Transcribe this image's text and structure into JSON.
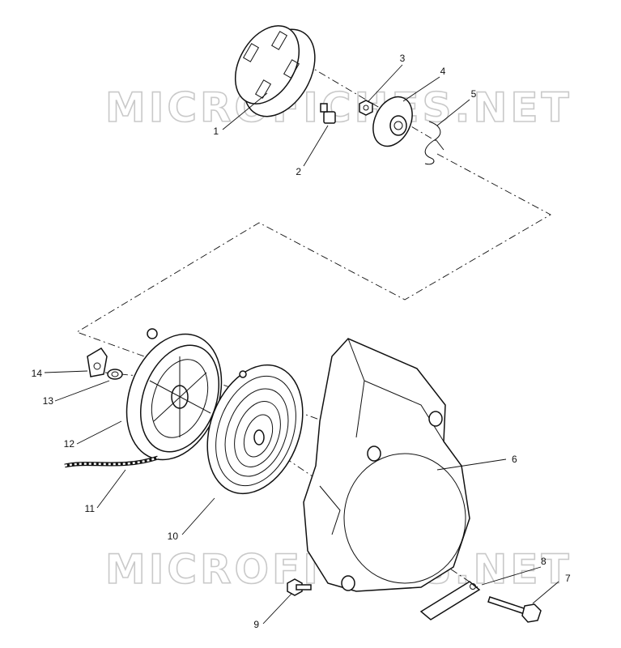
{
  "watermark": {
    "top": "MICROFICHES.NET",
    "bottom": "MICROFICHES.NET"
  },
  "callouts": {
    "p1": "1",
    "p2": "2",
    "p3": "3",
    "p4": "4",
    "p5": "5",
    "p6": "6",
    "p7": "7",
    "p8": "8",
    "p9": "9",
    "p10": "10",
    "p11": "11",
    "p12": "12",
    "p13": "13",
    "p14": "14"
  }
}
